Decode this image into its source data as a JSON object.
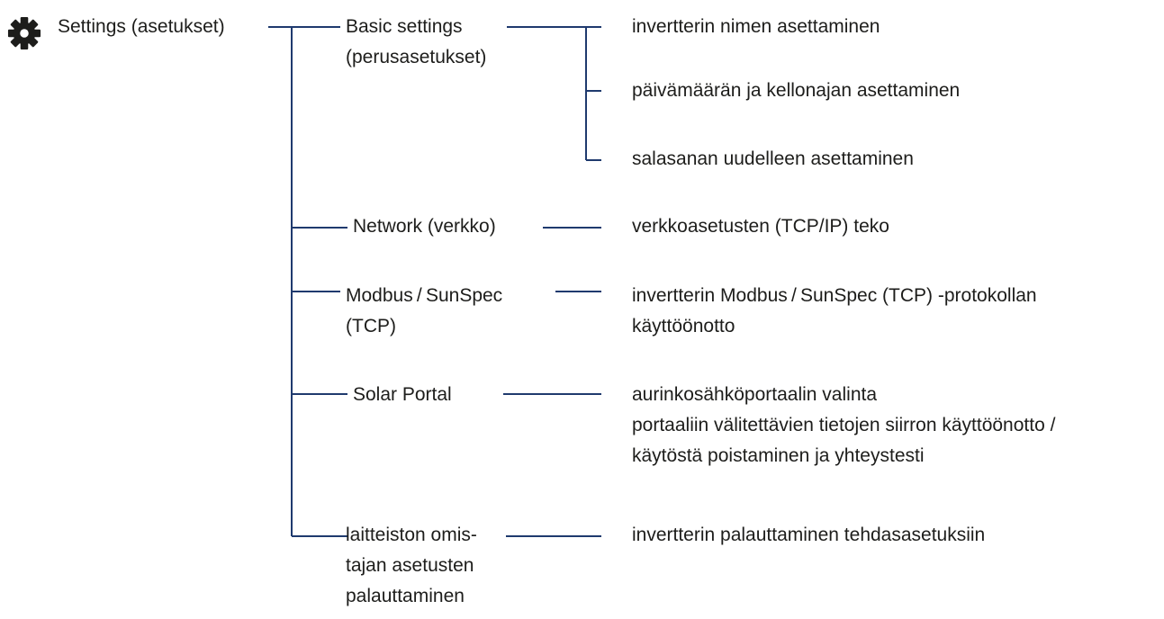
{
  "root": {
    "icon": "gear-icon",
    "label": "Settings (asetukset)"
  },
  "categories": {
    "basic": [
      "Basic settings",
      "(perusasetukset)"
    ],
    "network": [
      "Network (verkko)"
    ],
    "modbus": [
      "Modbus / SunSpec",
      "(TCP)"
    ],
    "solar": [
      "Solar Portal"
    ],
    "reset": [
      "laitteiston omis-",
      "tajan asetusten",
      "palauttaminen"
    ]
  },
  "details": {
    "basic_name": "invertterin nimen asettaminen",
    "basic_datetime": "päivämäärän ja kellonajan asettaminen",
    "basic_password": "salasanan uudelleen asettaminen",
    "network": "verkkoasetusten (TCP/IP) teko",
    "modbus": [
      "invertterin Modbus / SunSpec (TCP) -protokollan",
      "käyttöönotto"
    ],
    "solar": [
      "aurinkosähköportaalin valinta",
      "portaaliin välitettävien tietojen siirron käyttöönotto /",
      "käytöstä poistaminen ja yhteystesti"
    ],
    "reset": "invertterin palauttaminen tehdasasetuksiin"
  },
  "colors": {
    "connector": "#1f3a6e",
    "text": "#1d1d1b",
    "icon": "#1d1d1b"
  }
}
